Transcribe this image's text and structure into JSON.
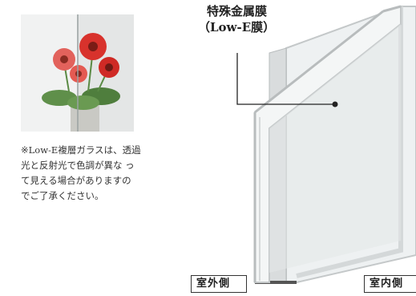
{
  "photo": {
    "alt": "red-flower-through-glass"
  },
  "caption": "※Low-E複層ガラスは、透過\n光と反射光で色調が異な っ\nて見える場合がありますの\nでご了承ください。",
  "film_label": {
    "title": "特殊金属膜",
    "subtitle": "（Low-E膜）"
  },
  "side_labels": {
    "outdoor": "室外側",
    "indoor": "室内側"
  },
  "colors": {
    "frame": "#cfd2d2",
    "glass": "#e6eaec",
    "spacer": "#555555",
    "flower": "#d8322c"
  }
}
